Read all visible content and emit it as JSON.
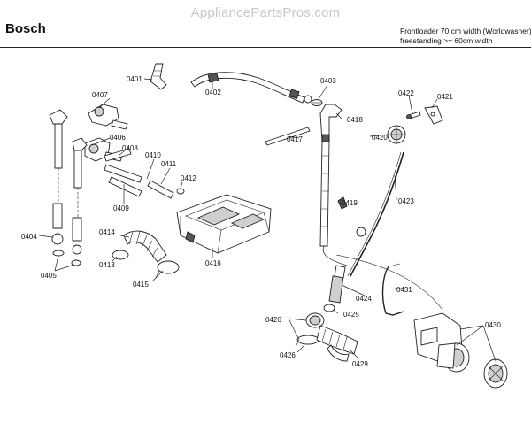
{
  "header": {
    "watermark": "AppliancePartsPros.com",
    "brand": "Bosch",
    "description_line1": "Frontloader 70 cm width (Worldwasher)",
    "description_line2": "freestanding >= 60cm width"
  },
  "callouts": [
    {
      "id": "0401"
    },
    {
      "id": "0402"
    },
    {
      "id": "0403"
    },
    {
      "id": "0404"
    },
    {
      "id": "0405"
    },
    {
      "id": "0406"
    },
    {
      "id": "0407"
    },
    {
      "id": "0408"
    },
    {
      "id": "0409"
    },
    {
      "id": "0410"
    },
    {
      "id": "0411"
    },
    {
      "id": "0412"
    },
    {
      "id": "0413"
    },
    {
      "id": "0414"
    },
    {
      "id": "0415"
    },
    {
      "id": "0416"
    },
    {
      "id": "0417"
    },
    {
      "id": "0418"
    },
    {
      "id": "0419"
    },
    {
      "id": "0420"
    },
    {
      "id": "0421"
    },
    {
      "id": "0422"
    },
    {
      "id": "0423"
    },
    {
      "id": "0424"
    },
    {
      "id": "0425"
    },
    {
      "id": "0426"
    },
    {
      "id": "0426"
    },
    {
      "id": "0429"
    },
    {
      "id": "0430"
    },
    {
      "id": "0431"
    }
  ]
}
